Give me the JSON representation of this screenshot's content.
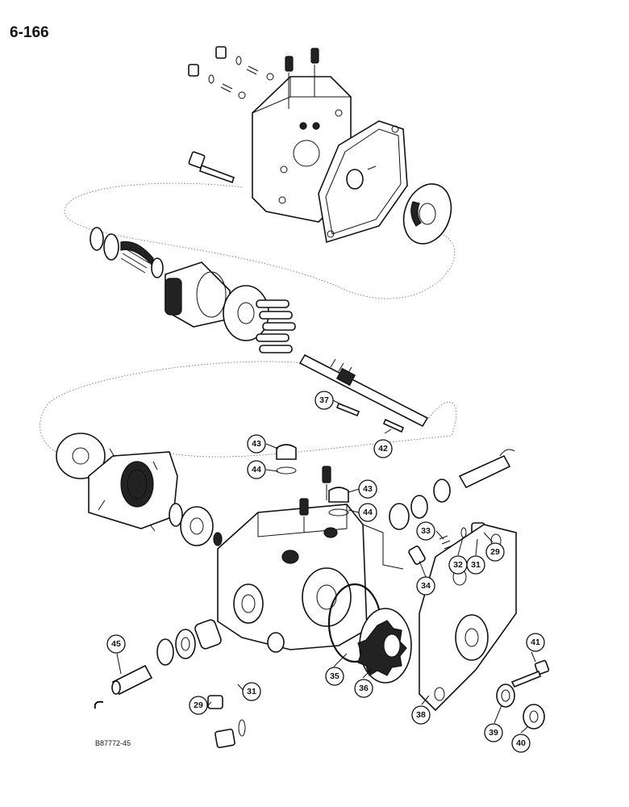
{
  "page_code": "6-166",
  "ref_code": "B87772-45",
  "callouts": [
    {
      "id": "c29a",
      "label": "29"
    },
    {
      "id": "c29b",
      "label": "29"
    },
    {
      "id": "c31a",
      "label": "31"
    },
    {
      "id": "c31b",
      "label": "31"
    },
    {
      "id": "c32",
      "label": "32"
    },
    {
      "id": "c33",
      "label": "33"
    },
    {
      "id": "c34",
      "label": "34"
    },
    {
      "id": "c35",
      "label": "35"
    },
    {
      "id": "c36",
      "label": "36"
    },
    {
      "id": "c37",
      "label": "37"
    },
    {
      "id": "c38",
      "label": "38"
    },
    {
      "id": "c39",
      "label": "39"
    },
    {
      "id": "c40",
      "label": "40"
    },
    {
      "id": "c41",
      "label": "41"
    },
    {
      "id": "c42",
      "label": "42"
    },
    {
      "id": "c43a",
      "label": "43"
    },
    {
      "id": "c43b",
      "label": "43"
    },
    {
      "id": "c44a",
      "label": "44"
    },
    {
      "id": "c44b",
      "label": "44"
    },
    {
      "id": "c45",
      "label": "45"
    }
  ]
}
